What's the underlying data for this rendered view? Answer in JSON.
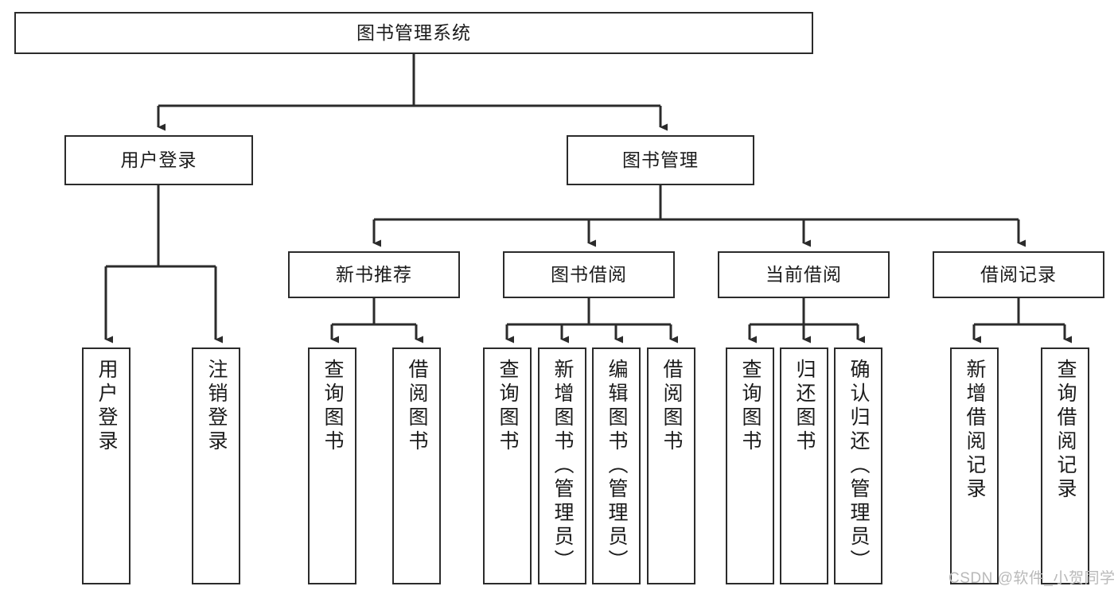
{
  "diagram": {
    "title": "图书管理系统",
    "type": "tree-hierarchy-diagram",
    "colors": {
      "box_border": "#2b2b2b",
      "box_fill": "#ffffff",
      "edge": "#2b2b2b",
      "text": "#1b1b1b",
      "watermark": "#b9b9b9",
      "background": "#ffffff"
    },
    "nodes": {
      "root": {
        "label": "图书管理系统"
      },
      "level2": [
        {
          "label": "用户登录"
        },
        {
          "label": "图书管理"
        }
      ],
      "level3": [
        {
          "label": "新书推荐"
        },
        {
          "label": "图书借阅"
        },
        {
          "label": "当前借阅"
        },
        {
          "label": "借阅记录"
        }
      ],
      "leaves": {
        "user_login": [
          {
            "label": "用户登录"
          },
          {
            "label": "注销登录"
          }
        ],
        "new_book_recommend": [
          {
            "label": "查询图书"
          },
          {
            "label": "借阅图书"
          }
        ],
        "book_borrow": [
          {
            "label": "查询图书"
          },
          {
            "label": "新增图书（管理员）"
          },
          {
            "label": "编辑图书（管理员）"
          },
          {
            "label": "借阅图书"
          }
        ],
        "current_borrow": [
          {
            "label": "查询图书"
          },
          {
            "label": "归还图书"
          },
          {
            "label": "确认归还（管理员）"
          }
        ],
        "borrow_record": [
          {
            "label": "新增借阅记录"
          },
          {
            "label": "查询借阅记录"
          }
        ]
      }
    },
    "watermark": "CSDN @软件_小贺同学"
  }
}
